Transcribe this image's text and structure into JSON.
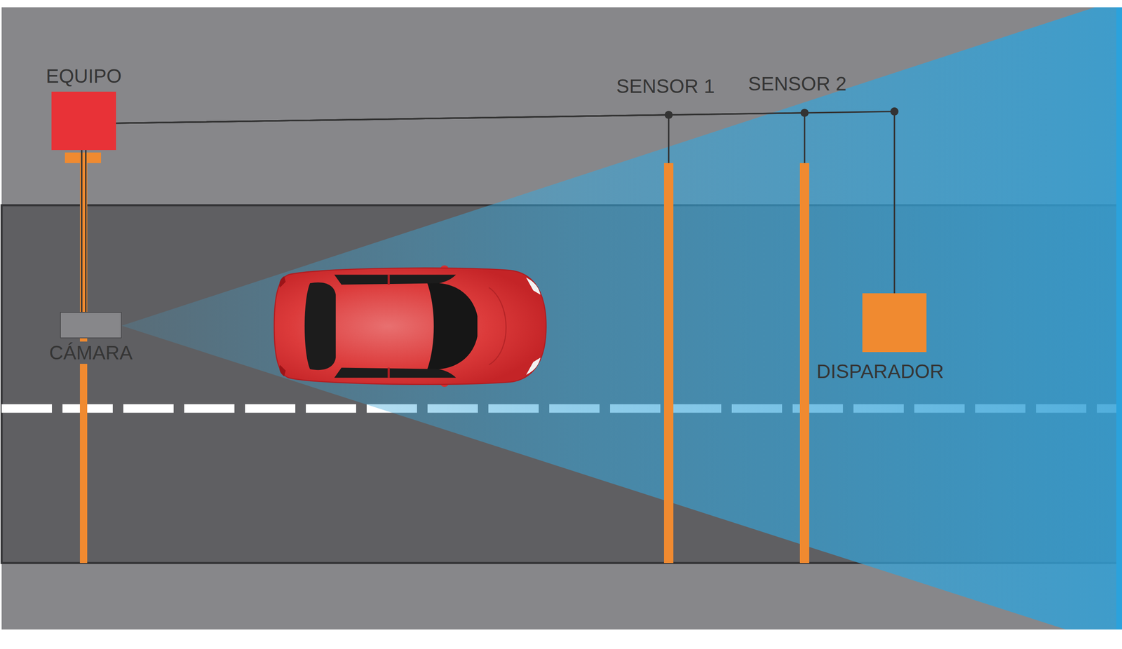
{
  "diagram": {
    "nodes": [
      {
        "text": [
          "EQUIPO"
        ]
      },
      {
        "text": [
          "CÁMARA"
        ]
      },
      {
        "text": [
          "SENSOR 1"
        ]
      },
      {
        "text": [
          "SENSOR 2"
        ]
      },
      {
        "text": [
          "DISPARADOR"
        ]
      }
    ],
    "edges": [
      {
        "from": 0,
        "to": 1,
        "arrow": "none"
      },
      {
        "from": 0,
        "to": 2,
        "arrow": "none"
      },
      {
        "from": 0,
        "to": 3,
        "arrow": "none"
      },
      {
        "from": 0,
        "to": 4,
        "arrow": "none"
      }
    ]
  }
}
